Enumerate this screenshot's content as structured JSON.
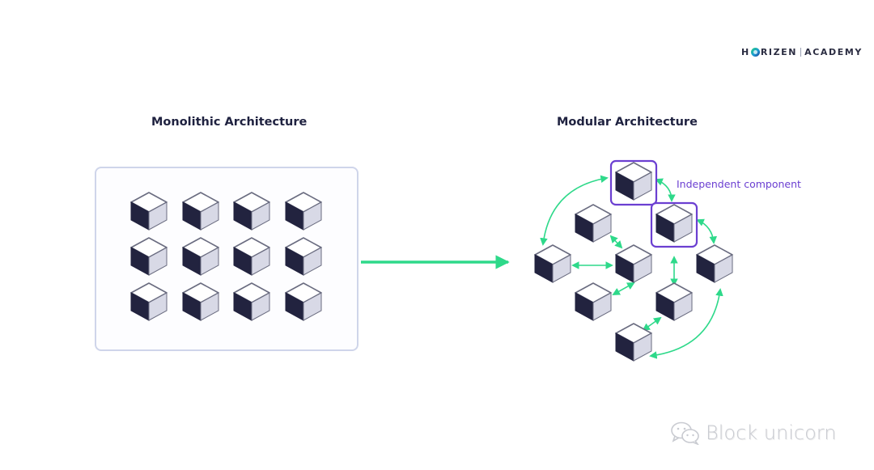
{
  "brand": {
    "name_part1": "H",
    "name_part2": "RIZEN",
    "name_part3": "ACADEMY",
    "logo_icon": "horizen-o-logo-icon"
  },
  "titles": {
    "monolithic": "Monolithic Architecture",
    "modular": "Modular Architecture"
  },
  "monolithic": {
    "rows": 3,
    "columns": 4,
    "component_count": 12
  },
  "modular": {
    "callout": "Independent component",
    "components": [
      {
        "id": "A",
        "highlighted": true
      },
      {
        "id": "B",
        "highlighted": false
      },
      {
        "id": "C",
        "highlighted": true
      },
      {
        "id": "D",
        "highlighted": false
      },
      {
        "id": "E",
        "highlighted": false
      },
      {
        "id": "F",
        "highlighted": false
      },
      {
        "id": "G",
        "highlighted": false
      },
      {
        "id": "H",
        "highlighted": false
      },
      {
        "id": "I",
        "highlighted": false
      }
    ],
    "connections": [
      {
        "from": "A",
        "to": "D",
        "type": "curve"
      },
      {
        "from": "A",
        "to": "C",
        "type": "curve"
      },
      {
        "from": "C",
        "to": "F",
        "type": "curve"
      },
      {
        "from": "B",
        "to": "E",
        "type": "straight"
      },
      {
        "from": "D",
        "to": "E",
        "type": "straight"
      },
      {
        "from": "E",
        "to": "G",
        "type": "straight"
      },
      {
        "from": "C",
        "to": "H",
        "type": "straight"
      },
      {
        "from": "H",
        "to": "I",
        "type": "straight"
      },
      {
        "from": "I",
        "to": "F",
        "type": "curve"
      }
    ]
  },
  "transition_arrow": {
    "direction": "right",
    "meaning": "monolithic-to-modular"
  },
  "colors": {
    "cube_dark": "#22233f",
    "cube_light": "#d8d9e6",
    "cube_top": "#ffffff",
    "cube_edge": "#6a6c80",
    "arrow_green": "#2ed98a",
    "highlight_purple": "#6b3fd1",
    "box_border": "#cfd5ea",
    "title_text": "#1f2240"
  },
  "watermark": {
    "text": "Block unicorn",
    "icon": "wechat-icon"
  }
}
